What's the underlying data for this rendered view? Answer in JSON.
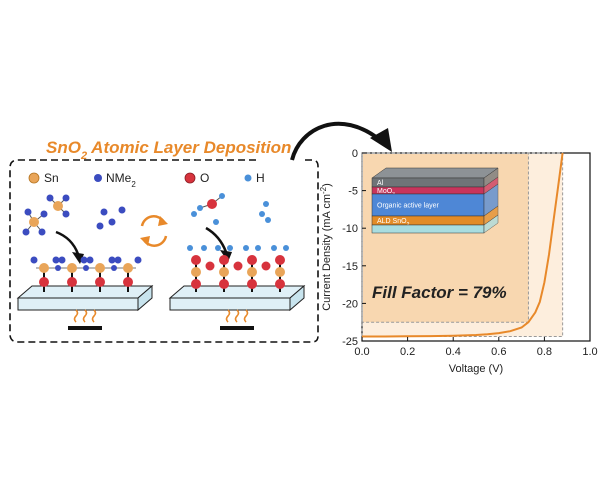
{
  "diagram": {
    "title": {
      "text": "SnO",
      "sub": "2",
      "rest": " Atomic Layer Deposition"
    },
    "legend": {
      "sn": "Sn",
      "nme2": {
        "text": "NMe",
        "sub": "2"
      },
      "o": "O",
      "h": "H"
    },
    "colors": {
      "accent": "#e8892a",
      "sn": "#e9a559",
      "nme2": "#3b4cc0",
      "o": "#d7333d",
      "h": "#4a90d9",
      "substrate": "#dff0f7"
    }
  },
  "device_stack": {
    "layers": [
      {
        "label": "Al",
        "color": "#6f7478"
      },
      {
        "label": "MoO",
        "sub": "3",
        "color": "#c8345c"
      },
      {
        "label": "Organic active layer",
        "color": "#4e87d6"
      },
      {
        "label": "ALD SnO",
        "sub": "2",
        "color": "#e28b28"
      },
      {
        "label": "",
        "color": "#a9dde0"
      }
    ]
  },
  "chart_data": {
    "type": "line",
    "xlabel": "Voltage (V)",
    "ylabel": "Current Density (mA cm",
    "ylabel_sup": "-2",
    "ylabel_end": ")",
    "xlim": [
      0.0,
      1.0
    ],
    "ylim": [
      -25,
      0
    ],
    "xticks": [
      "0.0",
      "0.2",
      "0.4",
      "0.6",
      "0.8",
      "1.0"
    ],
    "yticks": [
      "0",
      "-5",
      "-10",
      "-15",
      "-20",
      "-25"
    ],
    "annotation": "Fill Factor = 79%",
    "series": [
      {
        "color": "#e8892a",
        "x": [
          0.0,
          0.1,
          0.2,
          0.3,
          0.4,
          0.5,
          0.55,
          0.6,
          0.65,
          0.7,
          0.73,
          0.76,
          0.78,
          0.8,
          0.82,
          0.84,
          0.86,
          0.88
        ],
        "y": [
          -24.4,
          -24.4,
          -24.38,
          -24.35,
          -24.3,
          -24.2,
          -24.1,
          -23.95,
          -23.7,
          -23.2,
          -22.5,
          -21.2,
          -19.8,
          -17.2,
          -13.5,
          -9.0,
          -4.5,
          0.0
        ]
      }
    ],
    "fill_factor_box": {
      "vmp": 0.73,
      "jmp": -22.5
    },
    "outer_box": {
      "voc": 0.88,
      "jsc": -24.4
    }
  }
}
